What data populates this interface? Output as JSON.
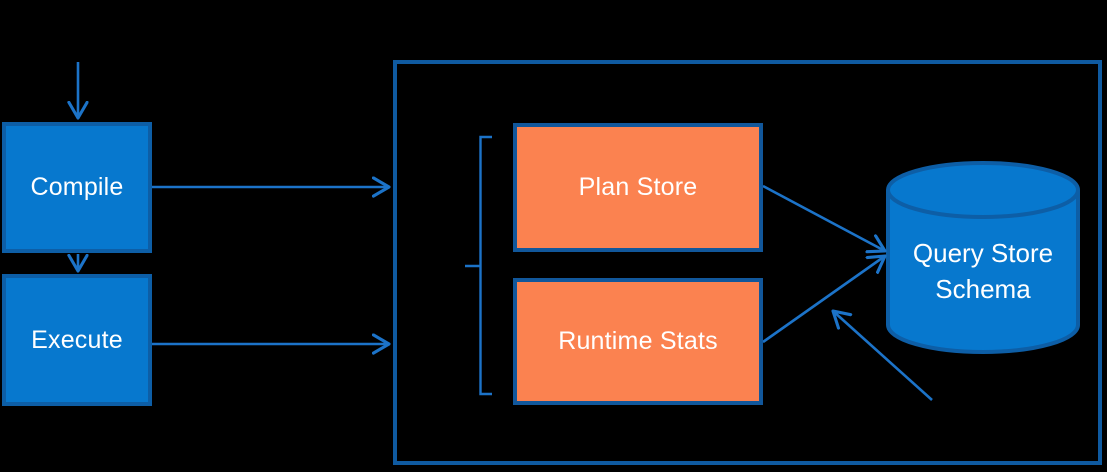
{
  "diagram": {
    "nodes": {
      "compile": {
        "label": "Compile"
      },
      "execute": {
        "label": "Execute"
      },
      "plan_store": {
        "label": "Plan Store"
      },
      "runtime_stats": {
        "label": "Runtime Stats"
      },
      "query_store_schema": {
        "label": "Query Store Schema"
      }
    }
  },
  "colors": {
    "background": "#000000",
    "node_fill": "#0778ce",
    "node_border": "#0d5ea6",
    "store_fill": "#fb8250",
    "store_border": "#11579b",
    "container_border": "#0f5aa0",
    "arrow": "#1c73c8",
    "label_text": "#ffffff"
  }
}
